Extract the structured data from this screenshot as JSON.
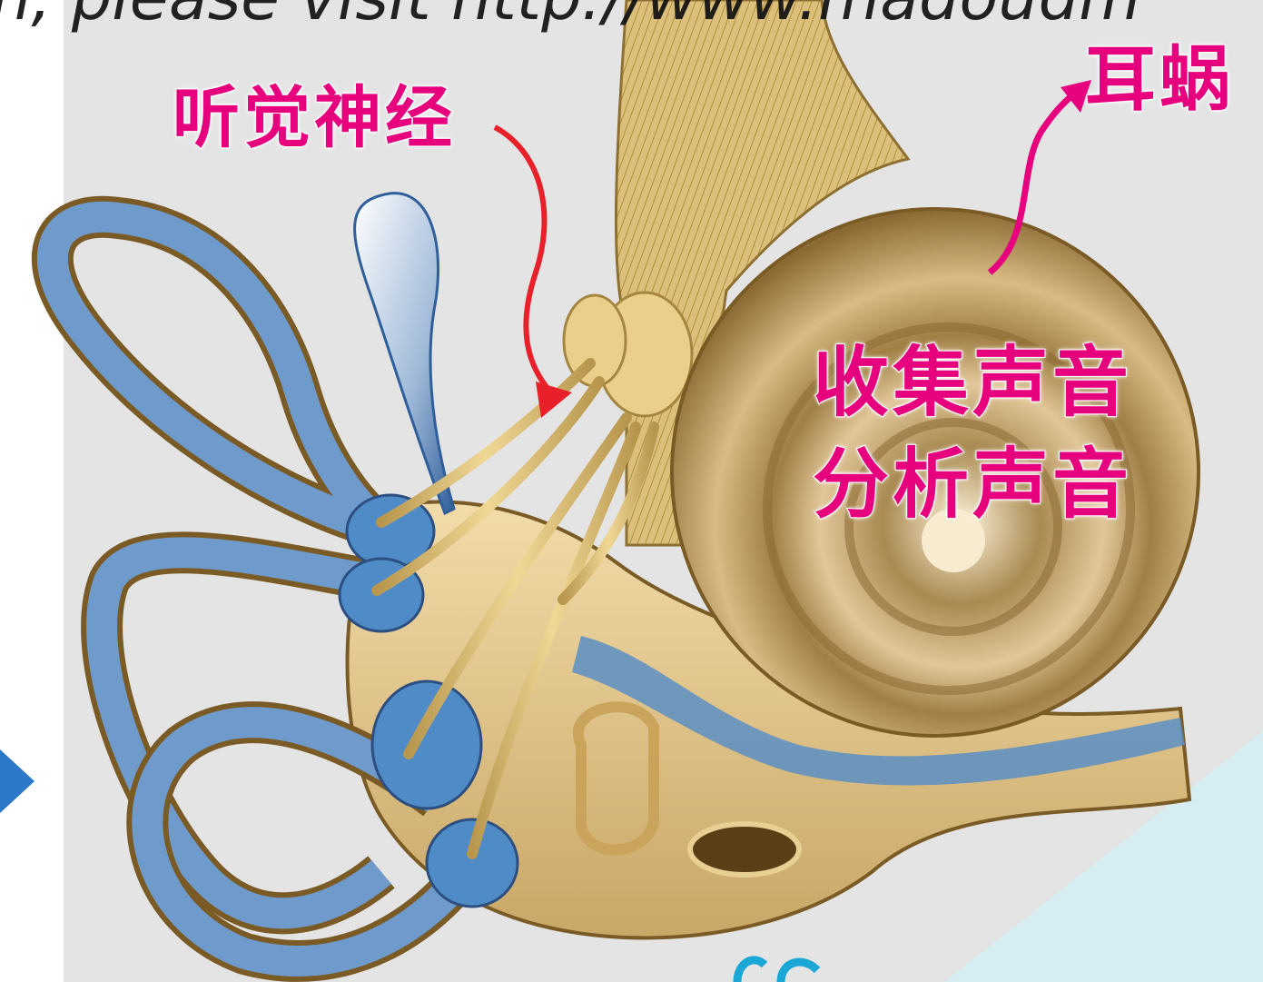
{
  "labels": {
    "auditory_nerve": "听觉神经",
    "cochlea": "耳蜗",
    "cochlea_function_line1": "收集声音",
    "cochlea_function_line2": "分析声音"
  },
  "watermark": "n, please visit http://www.madoudm",
  "colors": {
    "background_gray": "#e4e4e4",
    "cyan_corner": "#d6eef1",
    "label_magenta": "#e6007e",
    "arrow_red": "#e8202a",
    "arrow_magenta": "#e6007e",
    "canal_blue": "#5b8fc4",
    "cochlea_tan": "#c9a766",
    "nerve_yellow": "#e2c77c",
    "side_triangle_blue": "#2b78c9"
  }
}
